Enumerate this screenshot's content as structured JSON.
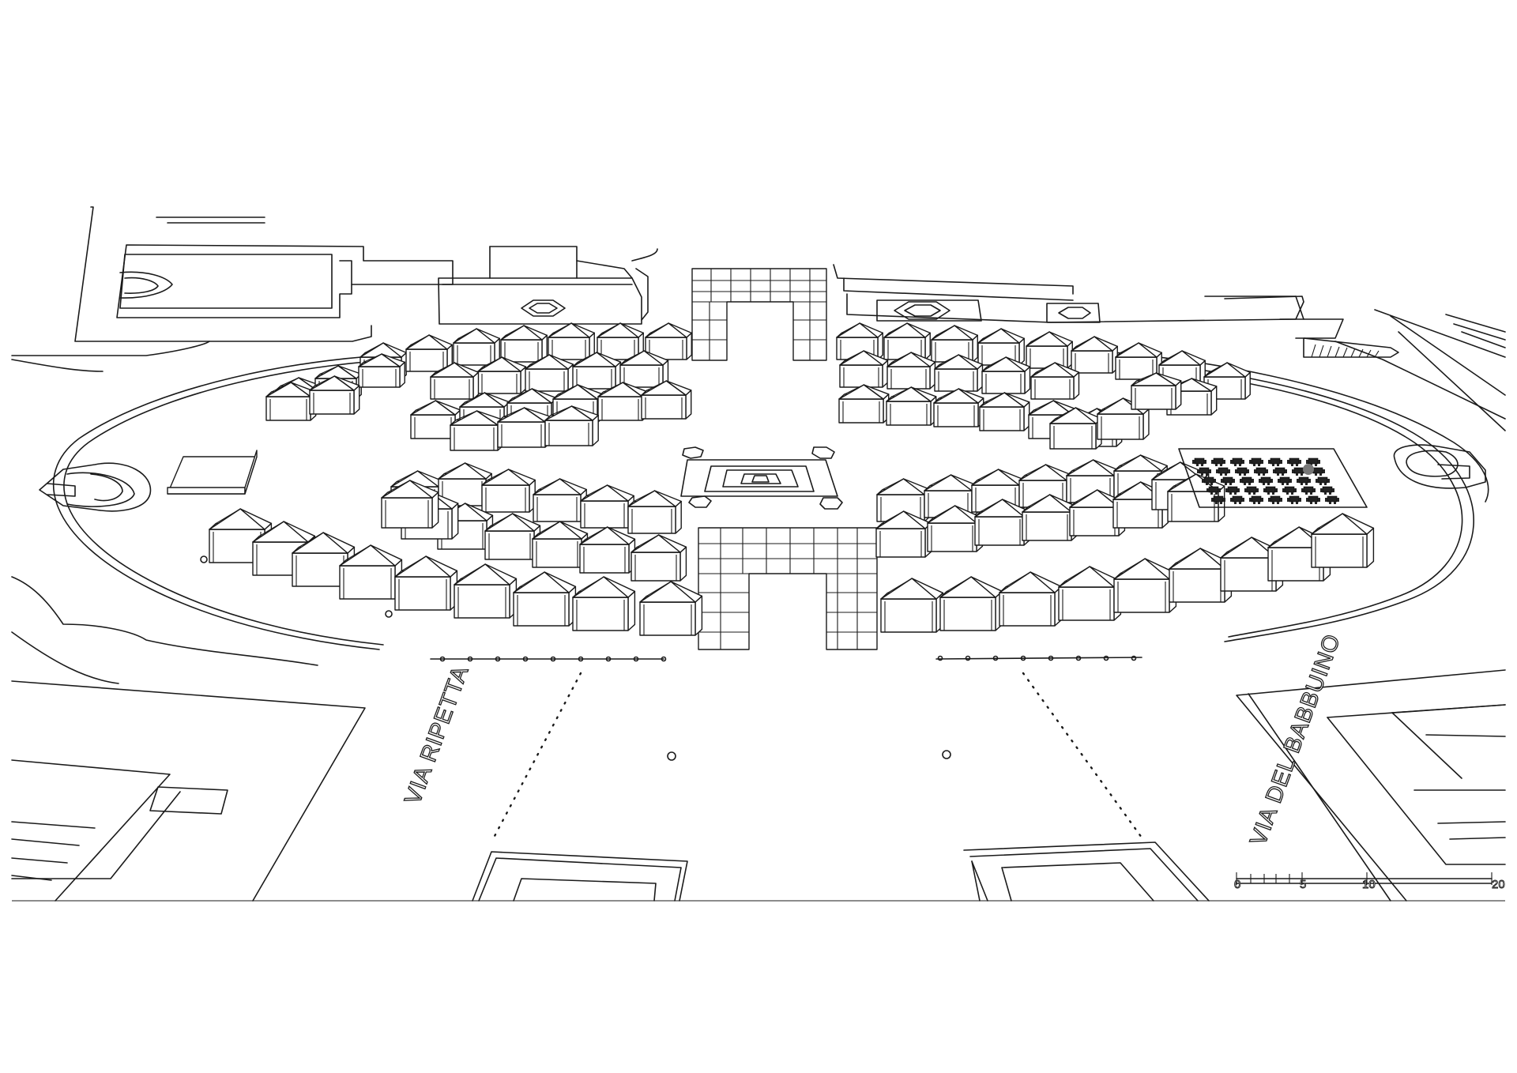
{
  "labels": {
    "street_left": "VIA RIPETTA",
    "street_right": "VIA DEL BABBUINO"
  },
  "scale_bar": {
    "ticks": [
      "0",
      "5",
      "10",
      "20"
    ]
  }
}
